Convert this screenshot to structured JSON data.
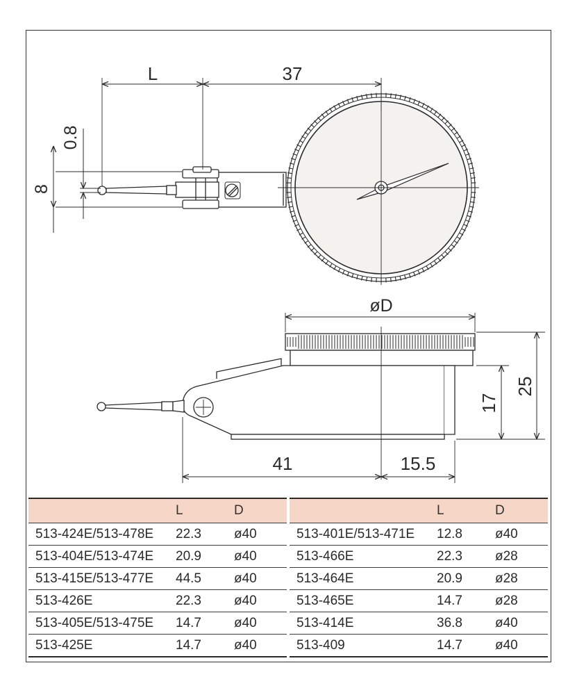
{
  "colors": {
    "table_header_bg": "#f6d6c6",
    "line": "#2a2a2a",
    "face_fill": "#f4f2ef"
  },
  "top_view": {
    "dim_l_label": "L",
    "dim_37_label": "37",
    "dim_08_label": "0.8",
    "dim_8_label": "8"
  },
  "side_view": {
    "dim_od_label": "øD",
    "dim_25_label": "25",
    "dim_17_label": "17",
    "dim_41_label": "41",
    "dim_155_label": "15.5"
  },
  "tables": [
    {
      "header": {
        "model": "",
        "l": "L",
        "d": "D"
      },
      "rows": [
        {
          "model": "513-424E/513-478E",
          "l": "22.3",
          "d": "ø40"
        },
        {
          "model": "513-404E/513-474E",
          "l": "20.9",
          "d": "ø40"
        },
        {
          "model": "513-415E/513-477E",
          "l": "44.5",
          "d": "ø40"
        },
        {
          "model": "513-426E",
          "l": "22.3",
          "d": "ø40"
        },
        {
          "model": "513-405E/513-475E",
          "l": "14.7",
          "d": "ø40"
        },
        {
          "model": "513-425E",
          "l": "14.7",
          "d": "ø40"
        }
      ]
    },
    {
      "header": {
        "model": "",
        "l": "L",
        "d": "D"
      },
      "rows": [
        {
          "model": "513-401E/513-471E",
          "l": "12.8",
          "d": "ø40"
        },
        {
          "model": "513-466E",
          "l": "22.3",
          "d": "ø28"
        },
        {
          "model": "513-464E",
          "l": "20.9",
          "d": "ø28"
        },
        {
          "model": "513-465E",
          "l": "14.7",
          "d": "ø28"
        },
        {
          "model": "513-414E",
          "l": "36.8",
          "d": "ø40"
        },
        {
          "model": "513-409",
          "l": "14.7",
          "d": "ø40"
        }
      ]
    }
  ]
}
